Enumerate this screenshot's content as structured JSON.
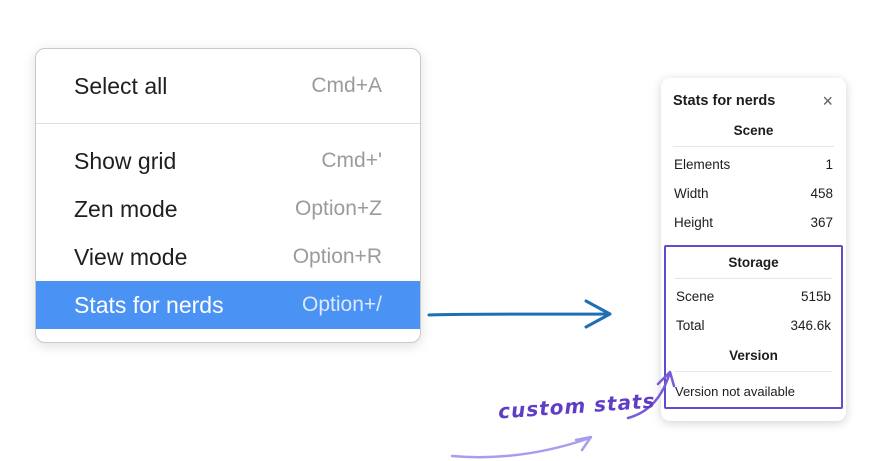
{
  "context_menu": {
    "items": [
      {
        "label": "Select all",
        "shortcut": "Cmd+A",
        "selected": false
      },
      {
        "label": "Show grid",
        "shortcut": "Cmd+'",
        "selected": false
      },
      {
        "label": "Zen mode",
        "shortcut": "Option+Z",
        "selected": false
      },
      {
        "label": "View mode",
        "shortcut": "Option+R",
        "selected": false
      },
      {
        "label": "Stats for nerds",
        "shortcut": "Option+/",
        "selected": true
      }
    ]
  },
  "stats_panel": {
    "title": "Stats for nerds",
    "close_label": "×",
    "scene_section": {
      "heading": "Scene",
      "rows": [
        {
          "label": "Elements",
          "value": "1"
        },
        {
          "label": "Width",
          "value": "458"
        },
        {
          "label": "Height",
          "value": "367"
        }
      ]
    },
    "storage_section": {
      "heading": "Storage",
      "rows": [
        {
          "label": "Scene",
          "value": "515b"
        },
        {
          "label": "Total",
          "value": "346.6k"
        }
      ]
    },
    "version_section": {
      "heading": "Version",
      "note": "Version not available"
    }
  },
  "annotation": {
    "label": "custom stats"
  },
  "colors": {
    "selection_blue": "#4a93f5",
    "arrow_blue": "#1f6fb2",
    "annotation_purple": "#5b4fd0",
    "annotation_text_purple": "#5f3dc4"
  }
}
